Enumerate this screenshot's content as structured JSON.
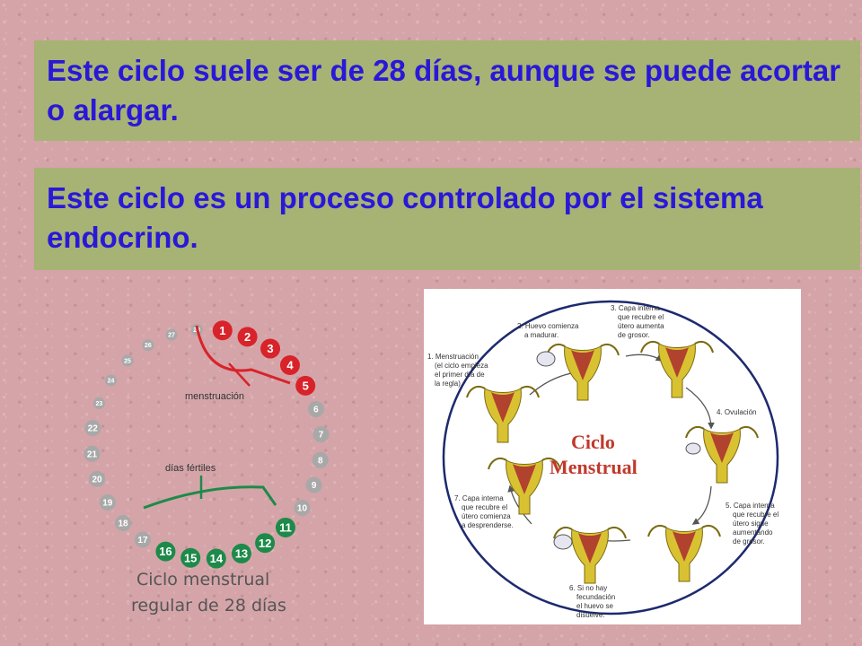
{
  "slide": {
    "text1": "Este ciclo suele ser de 28 días, aunque se puede acortar o alargar.",
    "text2": "Este ciclo es un proceso controlado por el sistema endocrino."
  },
  "wheel": {
    "days": [
      "1",
      "2",
      "3",
      "4",
      "5",
      "6",
      "7",
      "8",
      "9",
      "10",
      "11",
      "12",
      "13",
      "14",
      "15",
      "16",
      "17",
      "18",
      "19",
      "20",
      "21",
      "22",
      "23",
      "24",
      "25",
      "26",
      "27",
      "28"
    ],
    "menstruation_label": "menstruación",
    "fertile_label": "días fértiles",
    "caption_line1": "Ciclo menstrual",
    "caption_line2": "regular de 28 días",
    "colors": {
      "menstruation": "#d8232a",
      "fertile": "#1e8a4a",
      "normal": "#a8a8a8"
    }
  },
  "panel": {
    "title_line1": "Ciclo",
    "title_line2": "Menstrual",
    "stage1": [
      "1. Menstruación",
      "(el ciclo empieza",
      "el primer día de",
      "la regla)."
    ],
    "stage2": [
      "2. Huevo comienza",
      "a madurar."
    ],
    "stage3": [
      "3. Capa interna",
      "que recubre el",
      "útero aumenta",
      "de grosor."
    ],
    "stage4": [
      "4. Ovulación"
    ],
    "stage5": [
      "5. Capa interna",
      "que recubre el",
      "útero sigue",
      "aumentando",
      "de grosor."
    ],
    "stage6": [
      "6. Si no hay",
      "fecundación",
      "el huevo se",
      "disuelve."
    ],
    "stage7": [
      "7. Capa interna",
      "que recubre el",
      "útero comienza",
      "a desprenderse."
    ]
  }
}
